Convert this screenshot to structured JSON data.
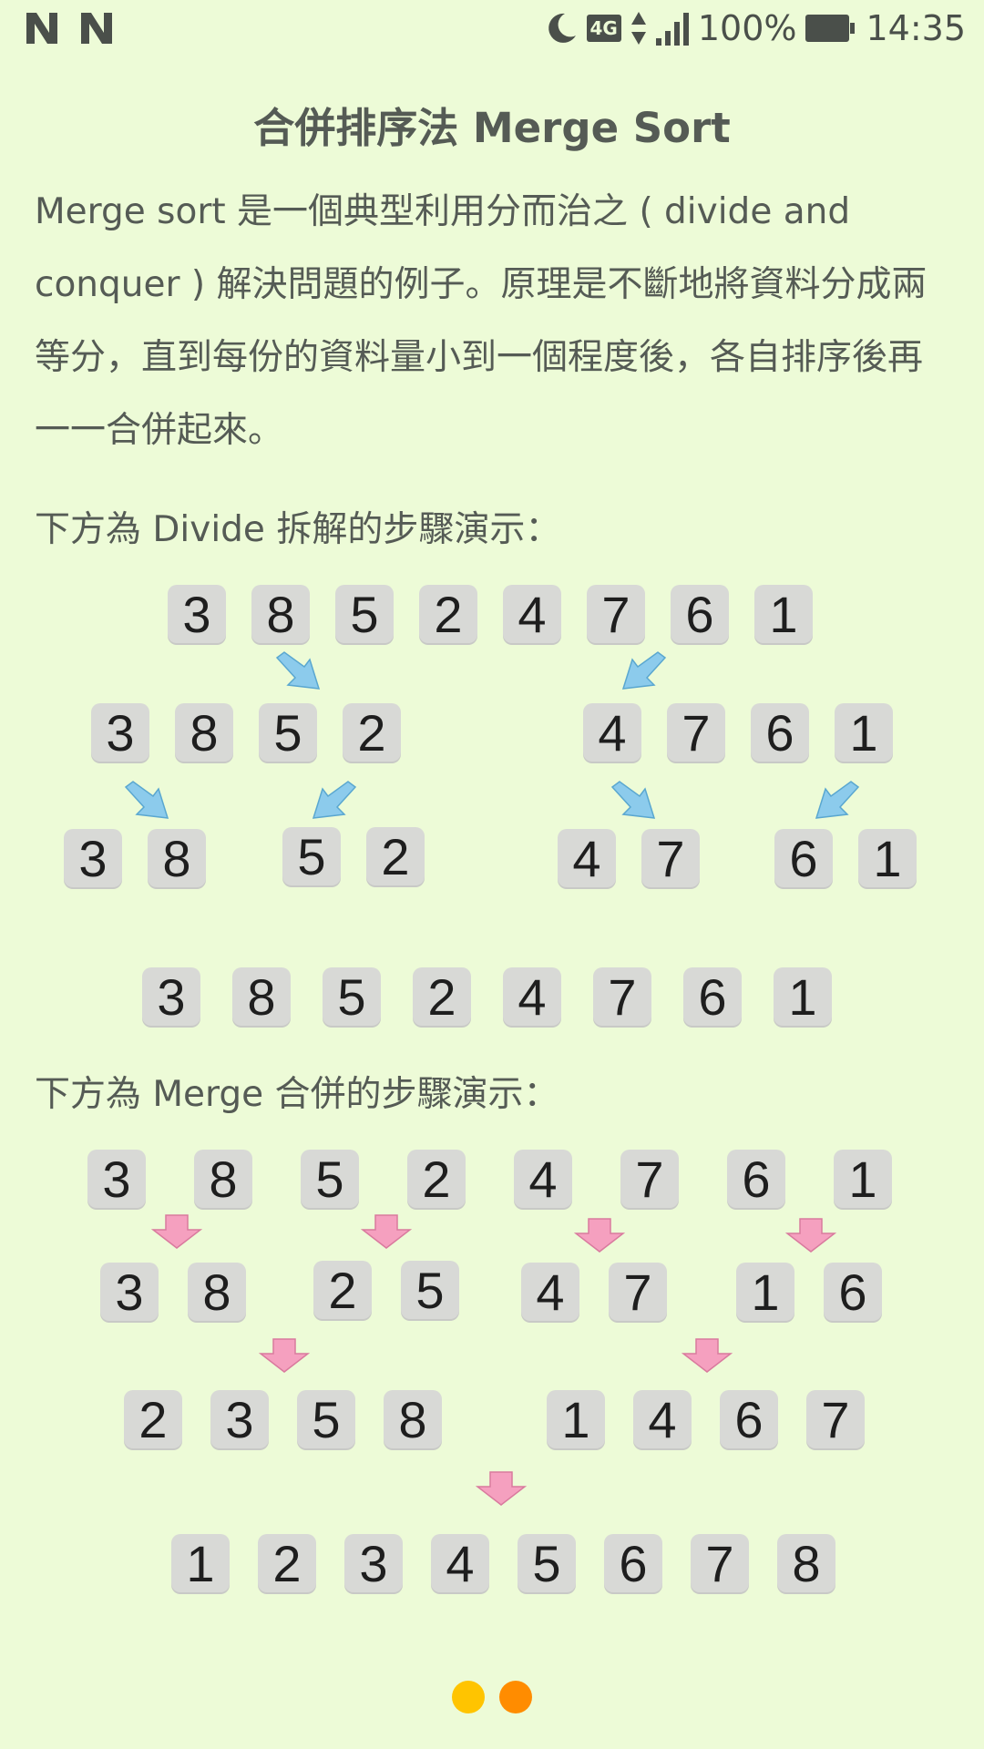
{
  "status_bar": {
    "left_icons": [
      "n-notification-icon",
      "n-notification-icon"
    ],
    "network": "4G",
    "battery": "100%",
    "time": "14:35",
    "icons": [
      "moon-icon",
      "network-4g-icon",
      "data-arrows-icon",
      "signal-icon",
      "battery-icon"
    ]
  },
  "title": "合併排序法 Merge Sort",
  "intro": "Merge sort 是一個典型利用分而治之 ( divide and conquer ) 解決問題的例子。原理是不斷地將資料分成兩等分，直到每份的資料量小到一個程度後，各自排序後再一一合併起來。",
  "divide_label": "下方為 Divide 拆解的步驟演示：",
  "merge_label": "下方為 Merge 合併的步驟演示：",
  "divide": {
    "row1": [
      "3",
      "8",
      "5",
      "2",
      "4",
      "7",
      "6",
      "1"
    ],
    "row2": [
      "3",
      "8",
      "5",
      "2",
      "4",
      "7",
      "6",
      "1"
    ],
    "row3": [
      "3",
      "8",
      "5",
      "2",
      "4",
      "7",
      "6",
      "1"
    ],
    "row4": [
      "3",
      "8",
      "5",
      "2",
      "4",
      "7",
      "6",
      "1"
    ]
  },
  "merge": {
    "row1": [
      "3",
      "8",
      "5",
      "2",
      "4",
      "7",
      "6",
      "1"
    ],
    "row2": [
      "3",
      "8",
      "2",
      "5",
      "4",
      "7",
      "1",
      "6"
    ],
    "row3": [
      "2",
      "3",
      "5",
      "8",
      "1",
      "4",
      "6",
      "7"
    ],
    "row4": [
      "1",
      "2",
      "3",
      "4",
      "5",
      "6",
      "7",
      "8"
    ]
  },
  "colors": {
    "background": "#edfbd7",
    "tile": "#d8d9d6",
    "divide_arrow": "#8ccbec",
    "merge_arrow": "#f5a0bf",
    "dot_active": "#ffc400",
    "dot_other": "#ff8c00"
  },
  "pager": {
    "count": 2
  }
}
